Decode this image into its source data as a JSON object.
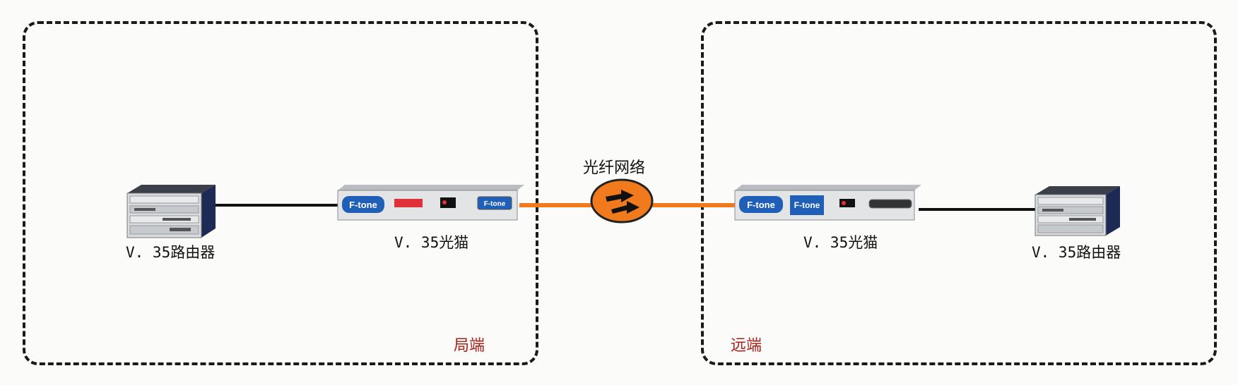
{
  "network_label": "光纤网络",
  "local": {
    "zone_label": "局端",
    "router_label": "V. 35路由器",
    "modem_label": "V. 35光猫"
  },
  "remote": {
    "zone_label": "远端",
    "router_label": "V. 35路由器",
    "modem_label": "V. 35光猫"
  },
  "brand": "F-tone",
  "colors": {
    "fiber": "#f07a1c",
    "zone_label": "#a8201a",
    "brand_blue": "#1f5fb8"
  },
  "icons": {
    "network": "bidirectional-arrows-icon",
    "router": "router-icon",
    "modem": "fiber-modem-icon"
  }
}
